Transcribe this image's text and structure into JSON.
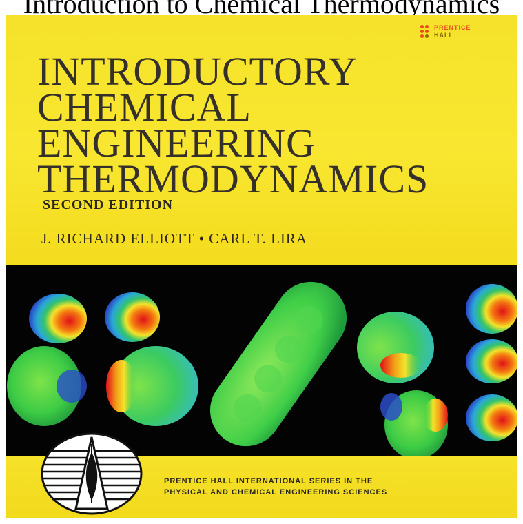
{
  "caption": "Introduction to Chemical Thermodynamics",
  "publisher": {
    "logo_line_1": "PRENTICE",
    "logo_line_2": "HALL",
    "accent_color": "#e84a1c"
  },
  "title_lines": [
    "INTRODUCTORY",
    "CHEMICAL",
    "ENGINEERING",
    "THERMODYNAMICS"
  ],
  "edition": "SECOND EDITION",
  "authors": "J. RICHARD ELLIOTT • CARL T. LIRA",
  "series": {
    "line_1": "PRENTICE HALL INTERNATIONAL SERIES IN THE",
    "line_2": "PHYSICAL AND CHEMICAL ENGINEERING SCIENCES"
  },
  "colors": {
    "cover_yellow": "#f6e22a",
    "title_text": "#35302a",
    "image_background": "#030303"
  },
  "cover_image": "electrostatic-potential-molecule-renderings"
}
